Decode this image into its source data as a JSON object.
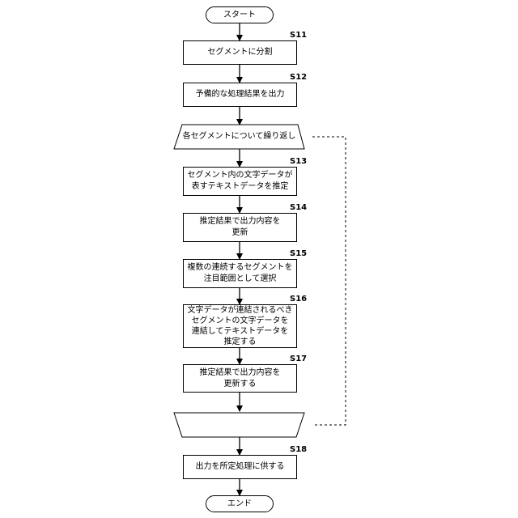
{
  "flowchart": {
    "start": "スタート",
    "end": "エンド",
    "steps": [
      {
        "id": "S11",
        "text": "セグメントに分割"
      },
      {
        "id": "S12",
        "text": "予備的な処理結果を出力"
      },
      {
        "id": "S13",
        "text": "セグメント内の文字データが\n表すテキストデータを推定"
      },
      {
        "id": "S14",
        "text": "推定結果で出力内容を\n更新"
      },
      {
        "id": "S15",
        "text": "複数の連続するセグメントを\n注目範囲として選択"
      },
      {
        "id": "S16",
        "text": "文字データが連結されるべき\nセグメントの文字データを\n連結してテキストデータを\n推定する"
      },
      {
        "id": "S17",
        "text": "推定結果で出力内容を\n更新する"
      },
      {
        "id": "S18",
        "text": "出力を所定処理に供する"
      }
    ],
    "loop": {
      "start_label": "各セグメントについて繰り返し",
      "end_label": ""
    }
  }
}
